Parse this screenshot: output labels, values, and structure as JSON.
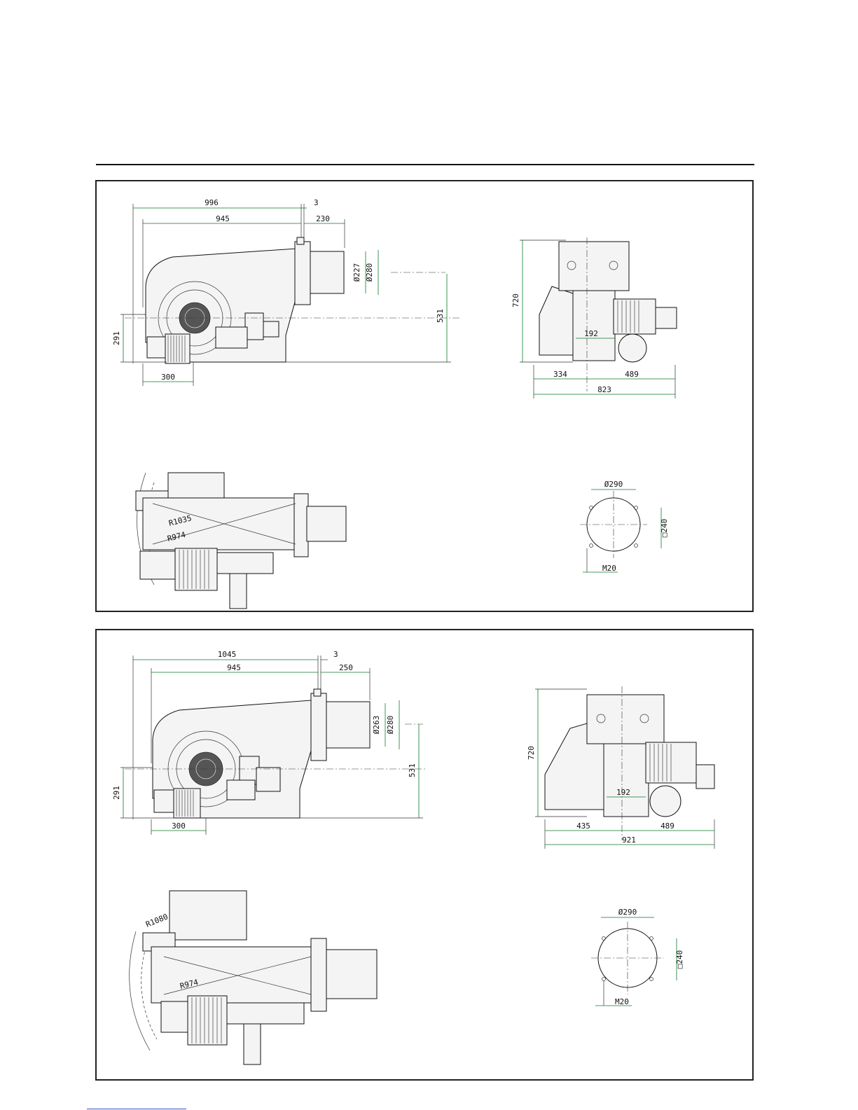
{
  "panel1": {
    "side": {
      "d_overall": "996",
      "d_gap": "3",
      "d_body": "945",
      "d_head": "230",
      "d_inner_dia": "Ø227",
      "d_outer_dia": "Ø280",
      "d_height_axis": "531",
      "d_motor_h": "291",
      "d_motor_w": "300"
    },
    "front": {
      "d_height": "720",
      "d_offset": "192",
      "d_left": "334",
      "d_right": "489",
      "d_total": "823"
    },
    "top": {
      "r_outer": "R1035",
      "r_inner": "R974"
    },
    "flange": {
      "d_bolt_circle": "Ø290",
      "d_square": "□240",
      "d_thread": "M20"
    }
  },
  "panel2": {
    "side": {
      "d_overall": "1045",
      "d_gap": "3",
      "d_body": "945",
      "d_head": "250",
      "d_inner_dia": "Ø263",
      "d_outer_dia": "Ø280",
      "d_height_axis": "531",
      "d_motor_h": "291",
      "d_motor_w": "300"
    },
    "front": {
      "d_height": "720",
      "d_offset": "192",
      "d_left": "435",
      "d_right": "489",
      "d_total": "921"
    },
    "top": {
      "r_outer": "R1080",
      "r_inner": "R974"
    },
    "flange": {
      "d_bolt_circle": "Ø290",
      "d_square": "□240",
      "d_thread": "M20"
    }
  }
}
